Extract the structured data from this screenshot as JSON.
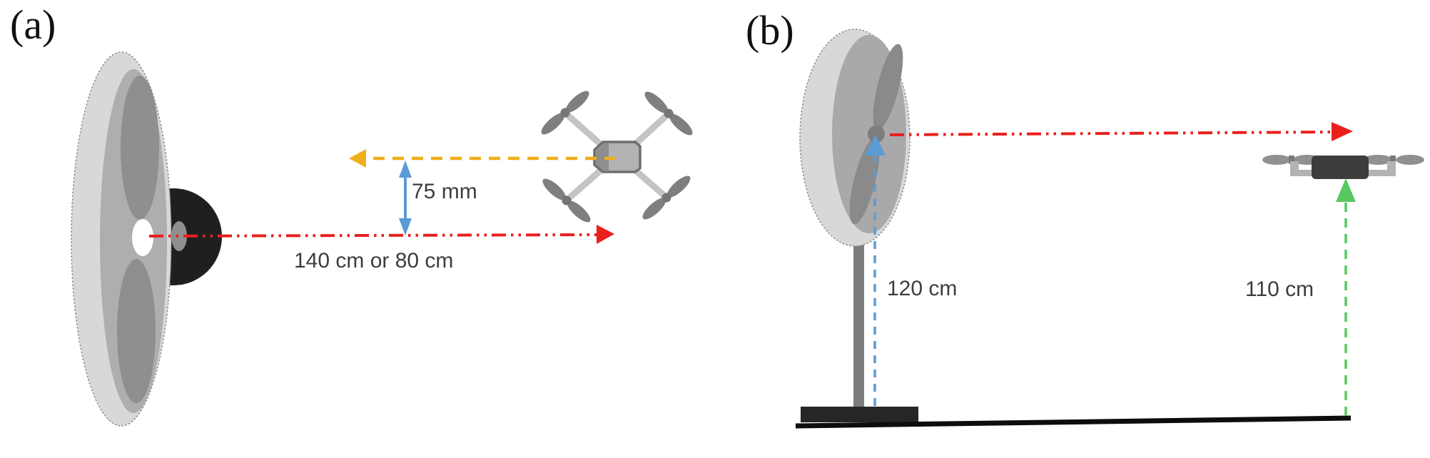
{
  "figure": {
    "description_labels_only": "two-panel experimental setup diagram",
    "panel_a": {
      "label": "(a)",
      "offset_label": "75 mm",
      "distance_label": "140 cm or 80 cm",
      "objects": {
        "fan": "fan-front-three-quarter-view",
        "drone": "quadcopter-top-view"
      },
      "arrows": [
        {
          "name": "fan-axis-arrow",
          "style": "dash-dot-dot",
          "color_key": "red_arrow",
          "direction": "right"
        },
        {
          "name": "drone-axis-arrow",
          "style": "dashed",
          "color_key": "yellow_arrow",
          "direction": "left"
        },
        {
          "name": "vertical-offset-arrow",
          "style": "solid-double-headed",
          "color_key": "blue_arrow",
          "direction": "vertical"
        }
      ]
    },
    "panel_b": {
      "label": "(b)",
      "fan_height_label": "120 cm",
      "drone_height_label": "110 cm",
      "objects": {
        "fan": "pedestal-fan-side-view",
        "drone": "quadcopter-side-view",
        "floor": "ground-line"
      },
      "arrows": [
        {
          "name": "fan-axis-arrow",
          "style": "dash-dot-dot",
          "color_key": "red_arrow",
          "direction": "right"
        },
        {
          "name": "fan-height-arrow",
          "style": "dashed",
          "color_key": "blue_arrow",
          "direction": "up"
        },
        {
          "name": "drone-height-arrow",
          "style": "dashed",
          "color_key": "green_arrow",
          "direction": "up"
        }
      ]
    }
  },
  "colors": {
    "red_arrow": "#e9201e",
    "yellow_arrow": "#f0ae1a",
    "blue_arrow": "#5b9bd5",
    "green_arrow": "#57c85e",
    "text": "#3d3d3d",
    "label": "#111111"
  }
}
